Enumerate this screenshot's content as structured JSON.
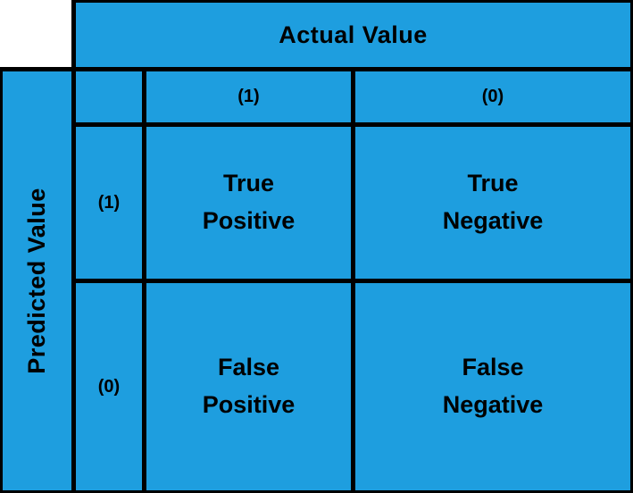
{
  "colors": {
    "cell_blue": "#1E9EDF",
    "line_black": "#000000",
    "background_white": "#FFFFFF",
    "text_black": "#000000"
  },
  "matrix": {
    "column_axis_title": "Actual Value",
    "row_axis_title": "Predicted Value",
    "column_headers": [
      "(1)",
      "(0)"
    ],
    "row_headers": [
      "(1)",
      "(0)"
    ],
    "cells": [
      [
        "True\nPositive",
        "True\nNegative"
      ],
      [
        "False\nPositive",
        "False\nNegative"
      ]
    ]
  }
}
